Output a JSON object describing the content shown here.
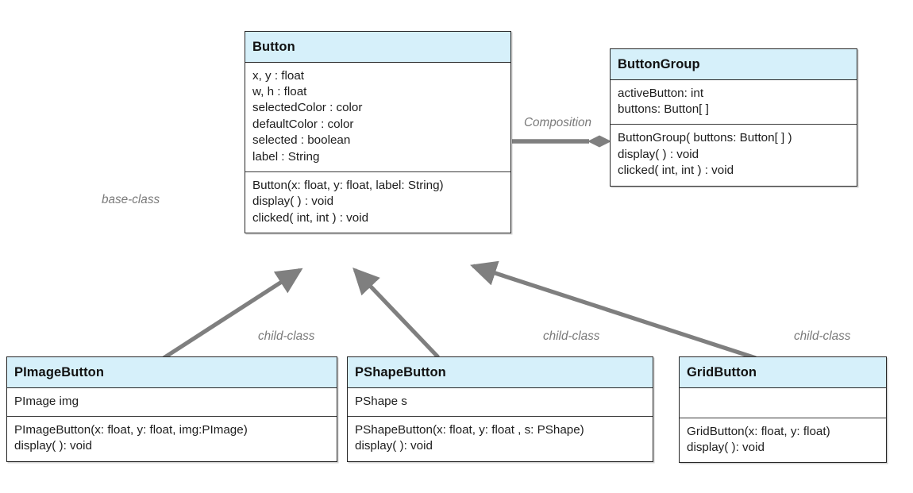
{
  "diagram": {
    "title": "Button class hierarchy UML diagram",
    "accent_header_color": "#d6f0fa",
    "border_color": "#262626",
    "edge_color": "#7a7a7a",
    "label_color": "#7a7a7a"
  },
  "classes": {
    "button": {
      "name": "Button",
      "attributes": [
        "x, y : float",
        "w, h : float",
        "selectedColor : color",
        "defaultColor : color",
        "selected : boolean",
        "label : String"
      ],
      "operations": [
        "Button(x: float, y: float, label: String)",
        "display( ) : void",
        "clicked( int, int ) : void"
      ]
    },
    "button_group": {
      "name": "ButtonGroup",
      "attributes": [
        "activeButton: int",
        "buttons: Button[ ]"
      ],
      "operations": [
        "ButtonGroup( buttons: Button[ ] )",
        "display( ) : void",
        "clicked( int, int ) : void"
      ]
    },
    "pimage_button": {
      "name": "PImageButton",
      "attributes": [
        "PImage img"
      ],
      "operations": [
        "PImageButton(x: float, y: float, img:PImage)",
        "display( ): void"
      ]
    },
    "pshape_button": {
      "name": "PShapeButton",
      "attributes": [
        "PShape s"
      ],
      "operations": [
        "PShapeButton(x: float, y: float , s: PShape)",
        "display( ): void"
      ]
    },
    "grid_button": {
      "name": "GridButton",
      "attributes": [],
      "operations": [
        "GridButton(x: float, y: float)",
        "display( ): void"
      ]
    }
  },
  "edge_labels": {
    "composition": "Composition",
    "base_class": "base-class",
    "child_class_1": "child-class",
    "child_class_2": "child-class",
    "child_class_3": "child-class"
  }
}
